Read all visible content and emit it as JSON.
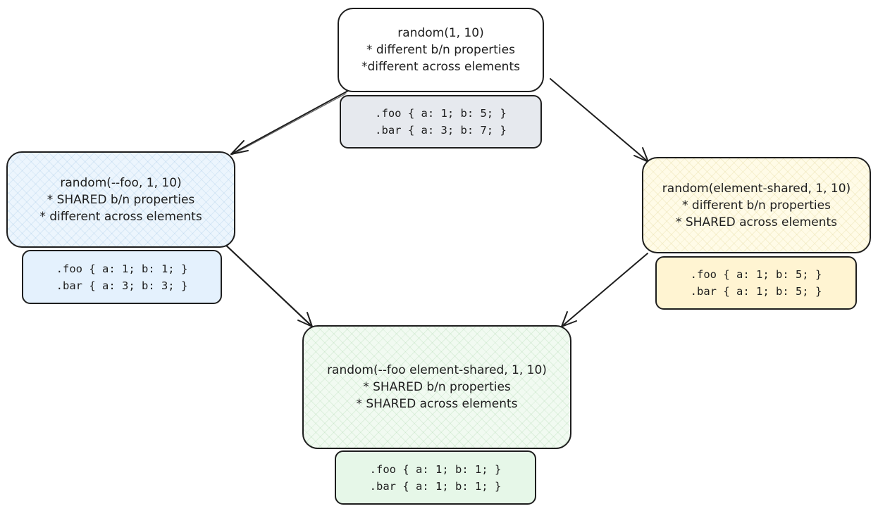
{
  "colors": {
    "stroke": "#1e1e1e",
    "node_top_fill": "#ffffff",
    "node_left_fill": "#ecf5fd",
    "node_right_fill": "#fffbe7",
    "node_bottom_fill": "#f1faf1",
    "code_top_fill": "#e6e9ee",
    "code_left_fill": "#e4f1fd",
    "code_right_fill": "#fff4d2",
    "code_bottom_fill": "#e6f7e8"
  },
  "nodes": {
    "top": {
      "lines": [
        "random(1, 10)",
        "* different b/n properties",
        "*different across elements"
      ],
      "code": [
        ".foo { a: 1; b: 5; }",
        ".bar { a: 3; b: 7; }"
      ]
    },
    "left": {
      "lines": [
        "random(--foo, 1, 10)",
        "* SHARED b/n properties",
        "* different across elements"
      ],
      "code": [
        ".foo { a: 1; b: 1; }",
        ".bar { a: 3; b: 3; }"
      ]
    },
    "right": {
      "lines": [
        "random(element-shared, 1, 10)",
        "* different b/n properties",
        "* SHARED across elements"
      ],
      "code": [
        ".foo { a: 1; b: 5; }",
        ".bar { a: 1; b: 5; }"
      ]
    },
    "bottom": {
      "lines": [
        "random(--foo element-shared, 1, 10)",
        "* SHARED b/n properties",
        "* SHARED across elements"
      ],
      "code": [
        ".foo { a: 1; b: 1; }",
        ".bar { a: 1; b: 1; }"
      ]
    }
  },
  "edges": [
    {
      "from": "top",
      "to": "left"
    },
    {
      "from": "top",
      "to": "right"
    },
    {
      "from": "left",
      "to": "bottom"
    },
    {
      "from": "right",
      "to": "bottom"
    }
  ]
}
